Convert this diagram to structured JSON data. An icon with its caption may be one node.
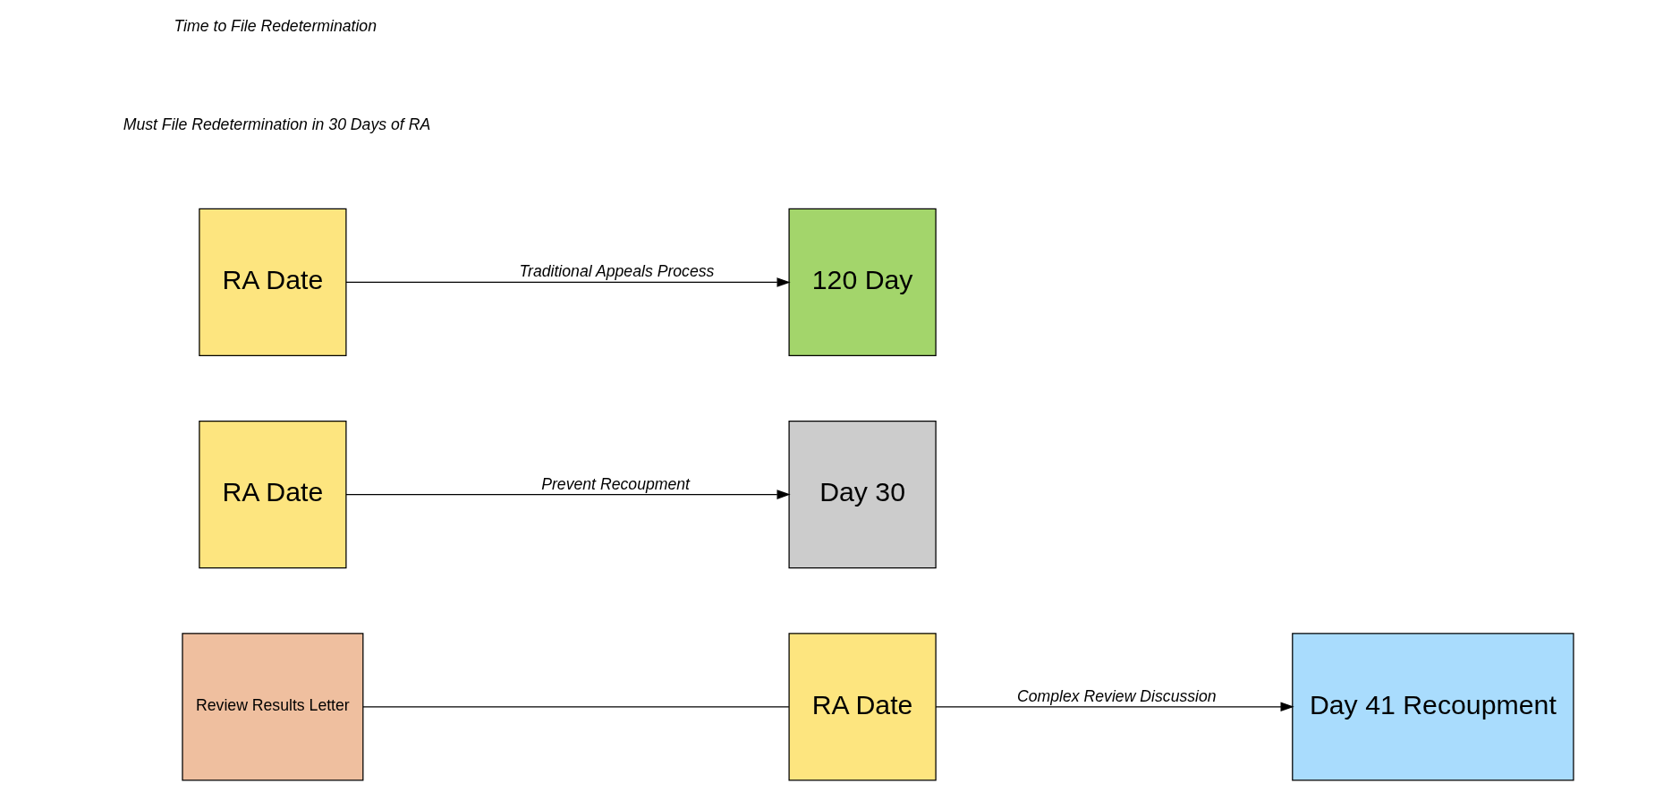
{
  "diagram": {
    "nodes": [
      {
        "text": [
          "Review Results Letter"
        ]
      },
      {
        "text": [
          "RA Date"
        ]
      },
      {
        "text": [
          "Day 41 Recoupment"
        ]
      },
      {
        "text": [
          "RA Date"
        ]
      },
      {
        "text": [
          "Day 30"
        ]
      },
      {
        "text": [
          "RA Date"
        ]
      },
      {
        "text": [
          "120 Day"
        ]
      }
    ],
    "edges": [
      {
        "from": 0,
        "to": 1,
        "arrow": "none"
      },
      {
        "from": 1,
        "to": 2,
        "arrow": "to",
        "label": "Complex Review Discussion"
      },
      {
        "from": 3,
        "to": 4,
        "arrow": "to",
        "label": "Prevent Recoupment"
      },
      {
        "from": 5,
        "to": 6,
        "arrow": "to",
        "label": "Traditional Appeals Process"
      }
    ],
    "labels": [
      "Must File Redetermination in 30 Days of RA",
      "Time to File Redetermination"
    ]
  }
}
